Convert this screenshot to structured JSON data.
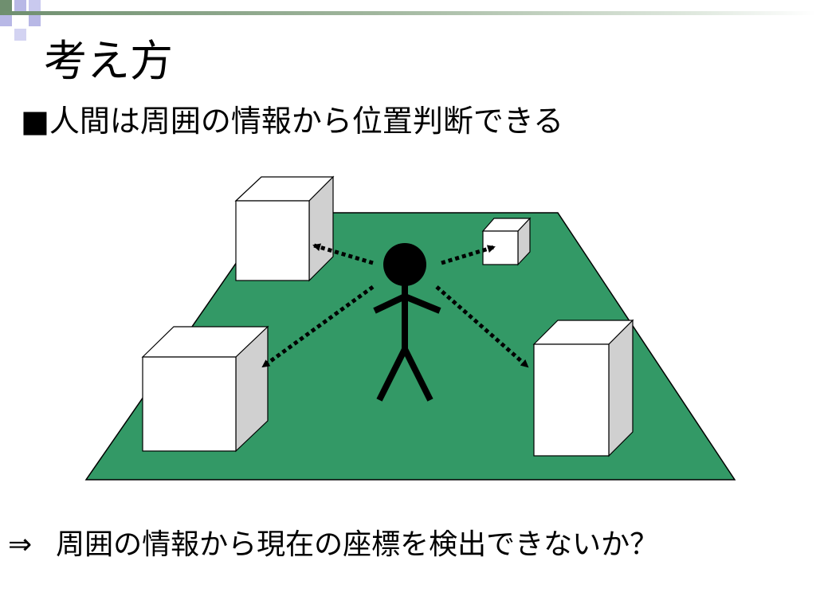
{
  "slide": {
    "title": "考え方",
    "bullet": {
      "marker": "■",
      "text": "人間は周囲の情報から位置判断できる"
    },
    "conclusion": {
      "arrow": "⇒",
      "text": "周囲の情報から現在の座標を検出できないか？"
    }
  },
  "colors": {
    "floor": "#339966",
    "cube_face": "#ffffff",
    "cube_side": "#d0d0d0",
    "outline": "#000000",
    "accent_square_dark": "#6f8f6f",
    "accent_square_light": "#b8b8e6"
  },
  "icons": {
    "person": "stick-figure-icon"
  }
}
